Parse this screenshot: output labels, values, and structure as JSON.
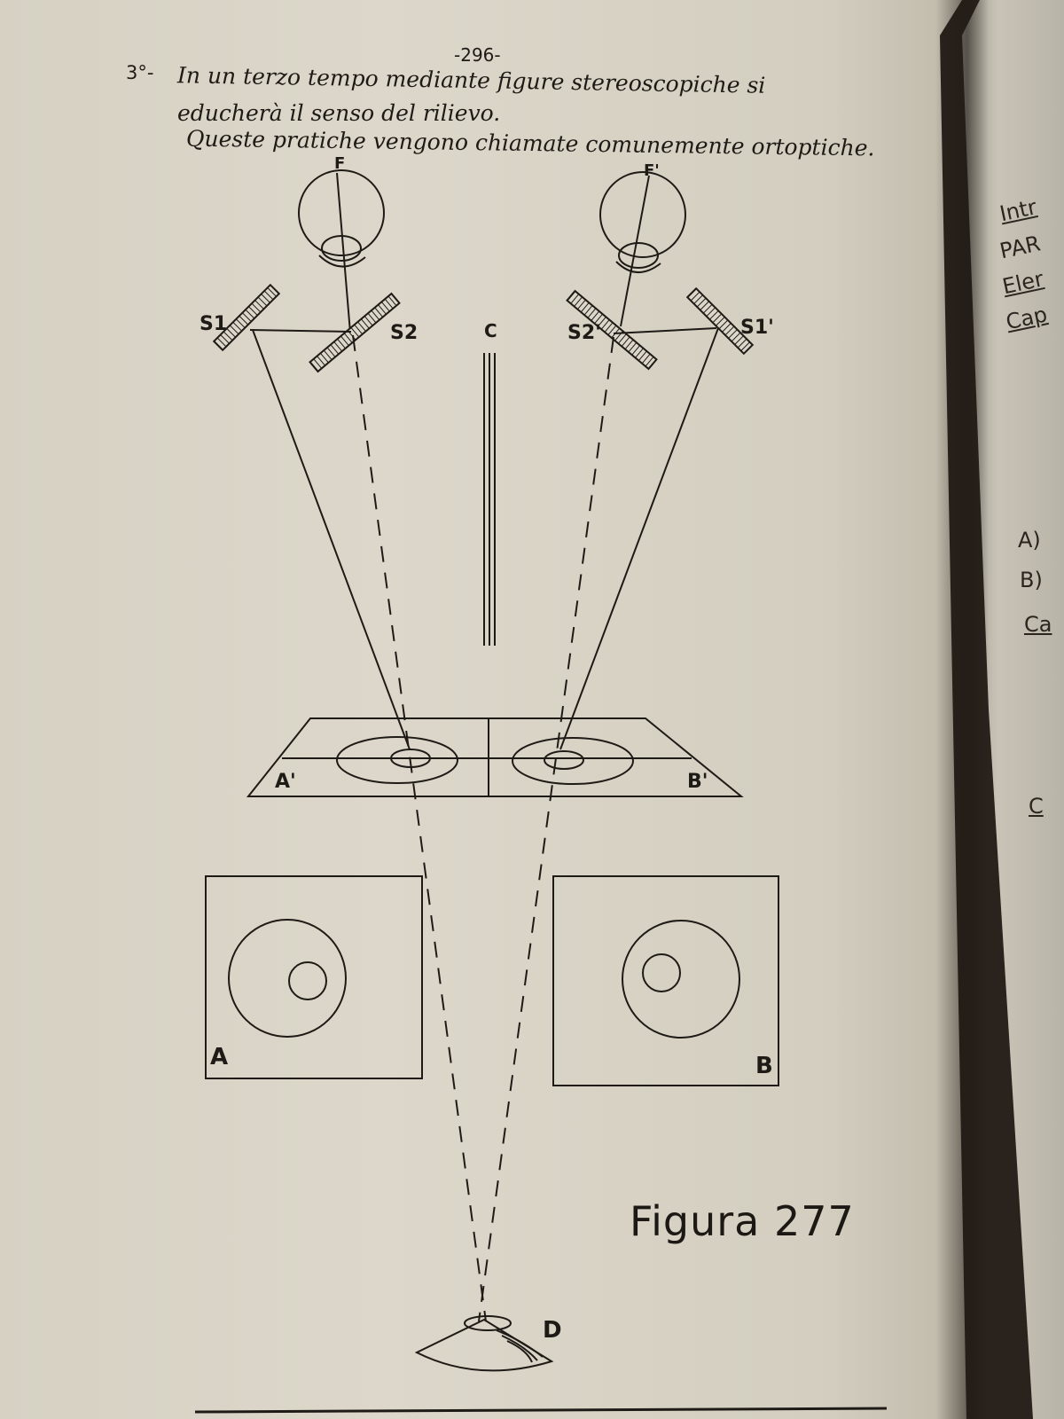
{
  "page_number": "-296-",
  "item_number": "3°-",
  "handwriting": {
    "line1": "In un terzo tempo mediante figure stereoscopiche si",
    "line2": "educherà il senso del rilievo.",
    "line3": "Queste pratiche vengono chiamate comunemente ortoptiche."
  },
  "figure": {
    "labels": {
      "F": "F",
      "F_prime": "F'",
      "S1": "S1",
      "S2": "S2",
      "S2_prime": "S2'",
      "S1_prime": "S1'",
      "C": "C",
      "A_prime": "A'",
      "B_prime": "B'",
      "A": "A",
      "B": "B",
      "D": "D"
    },
    "caption": "Figura 277"
  },
  "margin_text": [
    "Intr",
    "PAR",
    "Eler",
    "Cap",
    "A)",
    "B)",
    "Ca",
    "C"
  ]
}
